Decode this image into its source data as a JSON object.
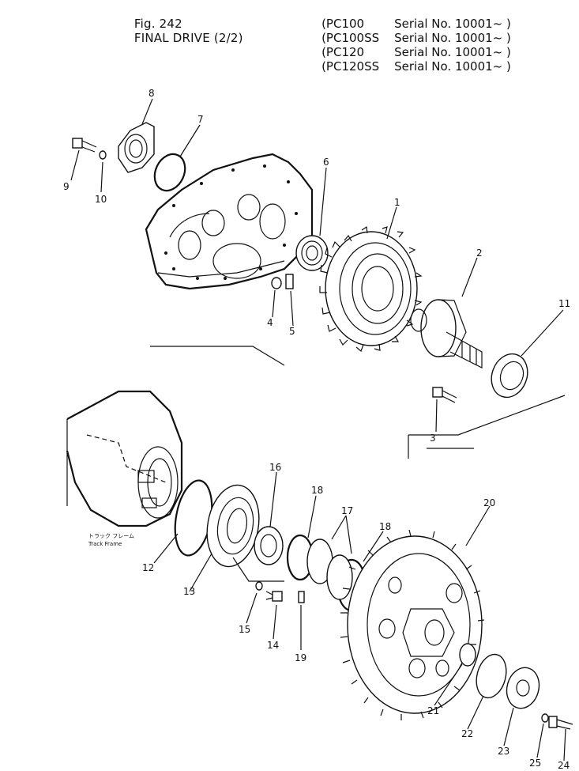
{
  "header": {
    "fig_label": "Fig. 242",
    "title": "FINAL DRIVE (2/2)",
    "serials": [
      {
        "model": "(PC100",
        "serial": "Serial No. 10001~ )"
      },
      {
        "model": "(PC100SS",
        "serial": "Serial No. 10001~ )"
      },
      {
        "model": "(PC120",
        "serial": "Serial No. 10001~ )"
      },
      {
        "model": "(PC120SS",
        "serial": "Serial No. 10001~ )"
      }
    ]
  },
  "labels": {
    "track_frame_jp": "トラック フレーム",
    "track_frame_en": "Track Frame"
  },
  "callouts": {
    "p1": "1",
    "p2": "2",
    "p3": "3",
    "p4": "4",
    "p5": "5",
    "p6": "6",
    "p7": "7",
    "p8": "8",
    "p9": "9",
    "p10": "10",
    "p11": "11",
    "p12": "12",
    "p13": "13",
    "p14": "14",
    "p15": "15",
    "p16": "16",
    "p17": "17",
    "p18a": "18",
    "p18b": "18",
    "p19": "19",
    "p20": "20",
    "p21": "21",
    "p22": "22",
    "p23": "23",
    "p24": "24",
    "p25": "25"
  }
}
